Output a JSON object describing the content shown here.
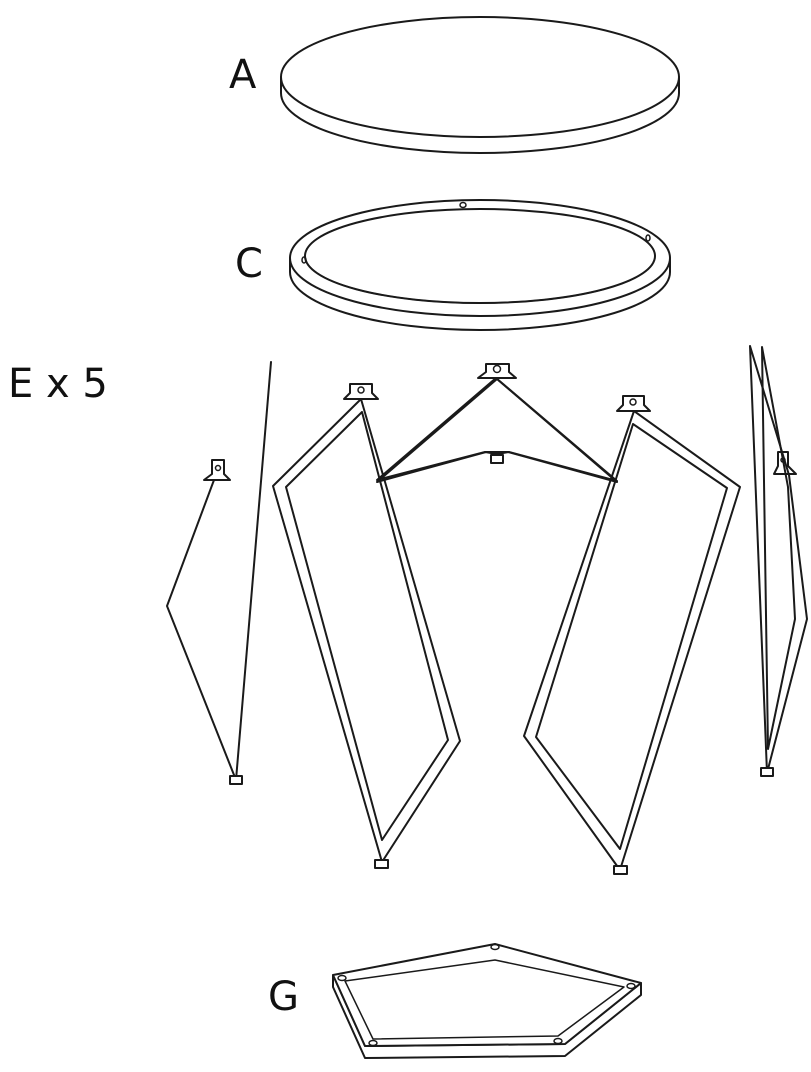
{
  "parts": [
    {
      "id": "A",
      "label": "A",
      "shape": "round-tabletop"
    },
    {
      "id": "C",
      "label": "C",
      "shape": "round-frame-ring"
    },
    {
      "id": "E",
      "label": "E x 5",
      "shape": "diamond-leg-frame"
    },
    {
      "id": "G",
      "label": "G",
      "shape": "pentagon-base-frame"
    }
  ],
  "colors": {
    "line": "#1a1a1a",
    "background": "#ffffff"
  }
}
